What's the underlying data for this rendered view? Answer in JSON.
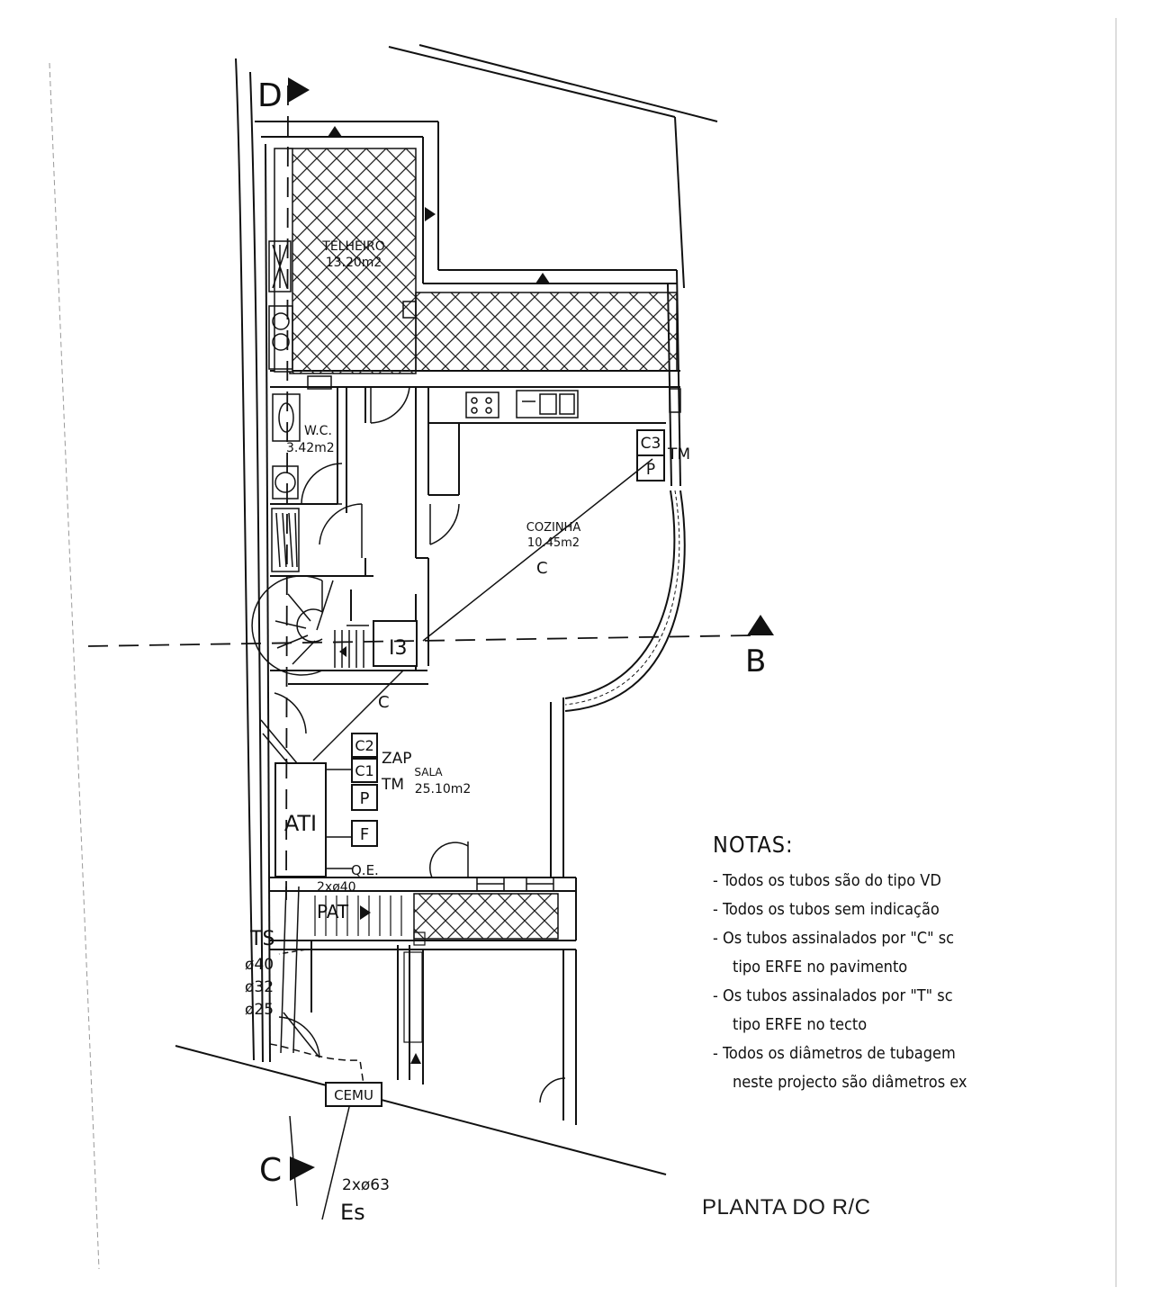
{
  "plan": {
    "title": "PLANTA DO R/C",
    "section_marks": {
      "d": "D",
      "b": "B",
      "c": "C"
    },
    "rooms": {
      "telheiro": {
        "name": "TELHEIRO",
        "area": "13.20m2"
      },
      "wc": {
        "name": "W.C.",
        "area": "3.42m2"
      },
      "cozinha": {
        "name": "COZINHA",
        "area": "10.45m2"
      },
      "sala": {
        "name": "SALA",
        "area": "25.10m2"
      }
    },
    "equipment": {
      "c1": "C1",
      "c2": "C2",
      "c3": "C3",
      "p": "P",
      "f": "F",
      "zap": "ZAP",
      "tm": "TM",
      "ati": "ATI",
      "pat": "PAT",
      "qe": "Q.E.",
      "i3": "I3",
      "cemu": "CEMU",
      "ts": "TS"
    },
    "conduits": {
      "c_label": "C",
      "entry_dims": "2xø40",
      "d40": "ø40",
      "d32": "ø32",
      "d25": "ø25",
      "street_dims": "2xø63",
      "es": "Es"
    }
  },
  "notes": {
    "title": "NOTAS:",
    "items": [
      "- Todos os tubos são do tipo VD",
      "- Todos os tubos sem indicação",
      "- Os tubos assinalados por \"C\" sc",
      "  tipo ERFE no pavimento",
      "- Os tubos assinalados por \"T\" sc",
      "  tipo ERFE no tecto",
      "- Todos os diâmetros de tubagem",
      "  neste projecto são diâmetros ex"
    ]
  }
}
